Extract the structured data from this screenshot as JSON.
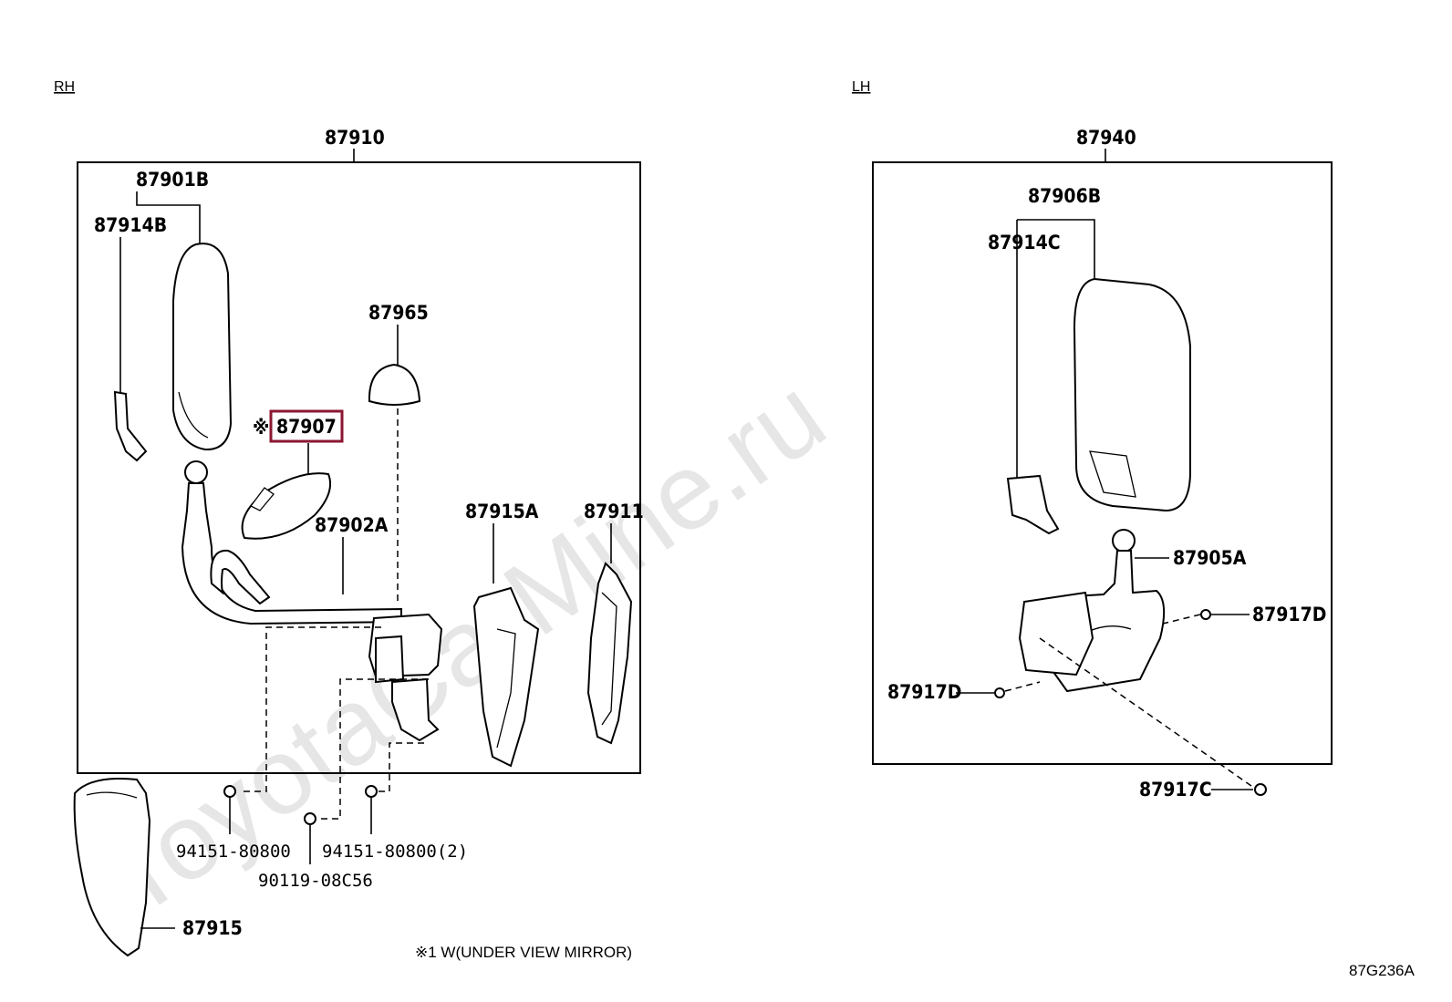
{
  "watermark": "ToyotaCarMine.ru",
  "panels": {
    "rh": {
      "side_label": "RH",
      "assembly_number": "87910",
      "parts": {
        "p87901B": "87901B",
        "p87914B": "87914B",
        "p87965": "87965",
        "p87907": "87907",
        "p87907_mark": "※",
        "p87902A": "87902A",
        "p87915A": "87915A",
        "p87911": "87911",
        "p94151a": "94151-80800",
        "p90119": "90119-08C56",
        "p94151b": "94151-80800(2)",
        "p87915": "87915"
      },
      "footnote": "※1 W(UNDER VIEW MIRROR)"
    },
    "lh": {
      "side_label": "LH",
      "assembly_number": "87940",
      "parts": {
        "p87906B": "87906B",
        "p87914C": "87914C",
        "p87905A": "87905A",
        "p87917D_right": "87917D",
        "p87917D_left": "87917D",
        "p87917C": "87917C"
      }
    }
  },
  "diagram_code": "87G236A",
  "highlight_color": "#8b1630"
}
